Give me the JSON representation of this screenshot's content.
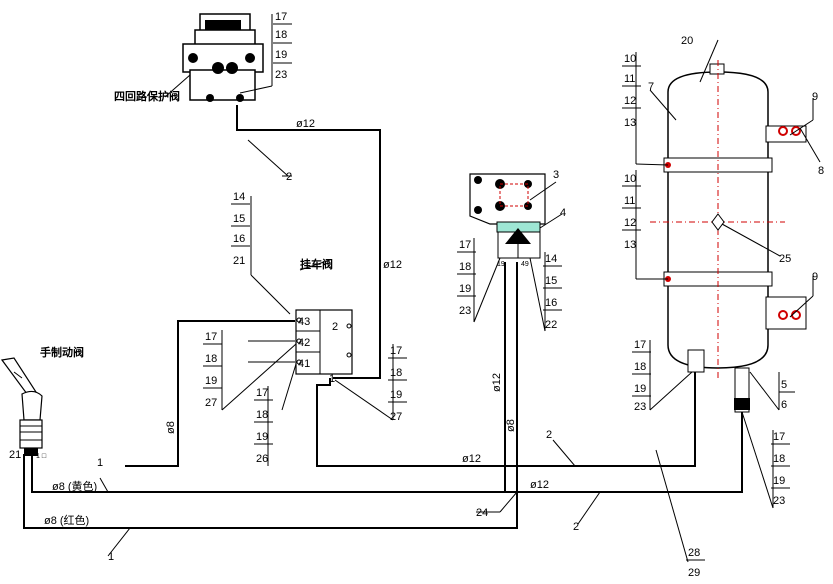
{
  "components": {
    "four_circuit": "四回路保护阀",
    "trailer_valve": "挂车阀",
    "hand_brake": "手制动阀"
  },
  "pipes": {
    "phi12": "ø12",
    "phi8": "ø8",
    "phi8_a": "ø8 (黄色)",
    "phi8_b": "ø8 (红色)"
  },
  "ports": {
    "p43": "43",
    "p42": "42",
    "p41": "41",
    "p2": "2",
    "p1": "1"
  },
  "labels": {
    "fcv": [
      "17",
      "18",
      "19",
      "23"
    ],
    "tv_top": [
      "14",
      "15",
      "16",
      "21"
    ],
    "tv_left": [
      "17",
      "18",
      "19",
      "27"
    ],
    "tv_bot": [
      "17",
      "18",
      "19",
      "26"
    ],
    "tv_right": [
      "17",
      "18",
      "19",
      "27"
    ],
    "rv_left": [
      "17",
      "18",
      "19",
      "23"
    ],
    "rv_right": [
      "14",
      "15",
      "16",
      "22"
    ],
    "rv_port_a": "19",
    "rv_port_b": "49",
    "tank_top": [
      "10",
      "11",
      "12",
      "13"
    ],
    "tank_mid": [
      "10",
      "11",
      "12",
      "13"
    ],
    "tank_left": [
      "17",
      "18",
      "19",
      "23"
    ],
    "tank_bot": [
      "17",
      "18",
      "19",
      "23"
    ],
    "p1": "1",
    "p2a": "2",
    "p3": "3",
    "p4": "4",
    "p5": "5",
    "p6": "6",
    "p7": "7",
    "p8": "8",
    "p9": "9",
    "p20": "20",
    "p24": "24",
    "p25": "25",
    "p28": "28",
    "p29": "29",
    "hb_port_a": "21",
    "hb_port_b": "1 □"
  }
}
